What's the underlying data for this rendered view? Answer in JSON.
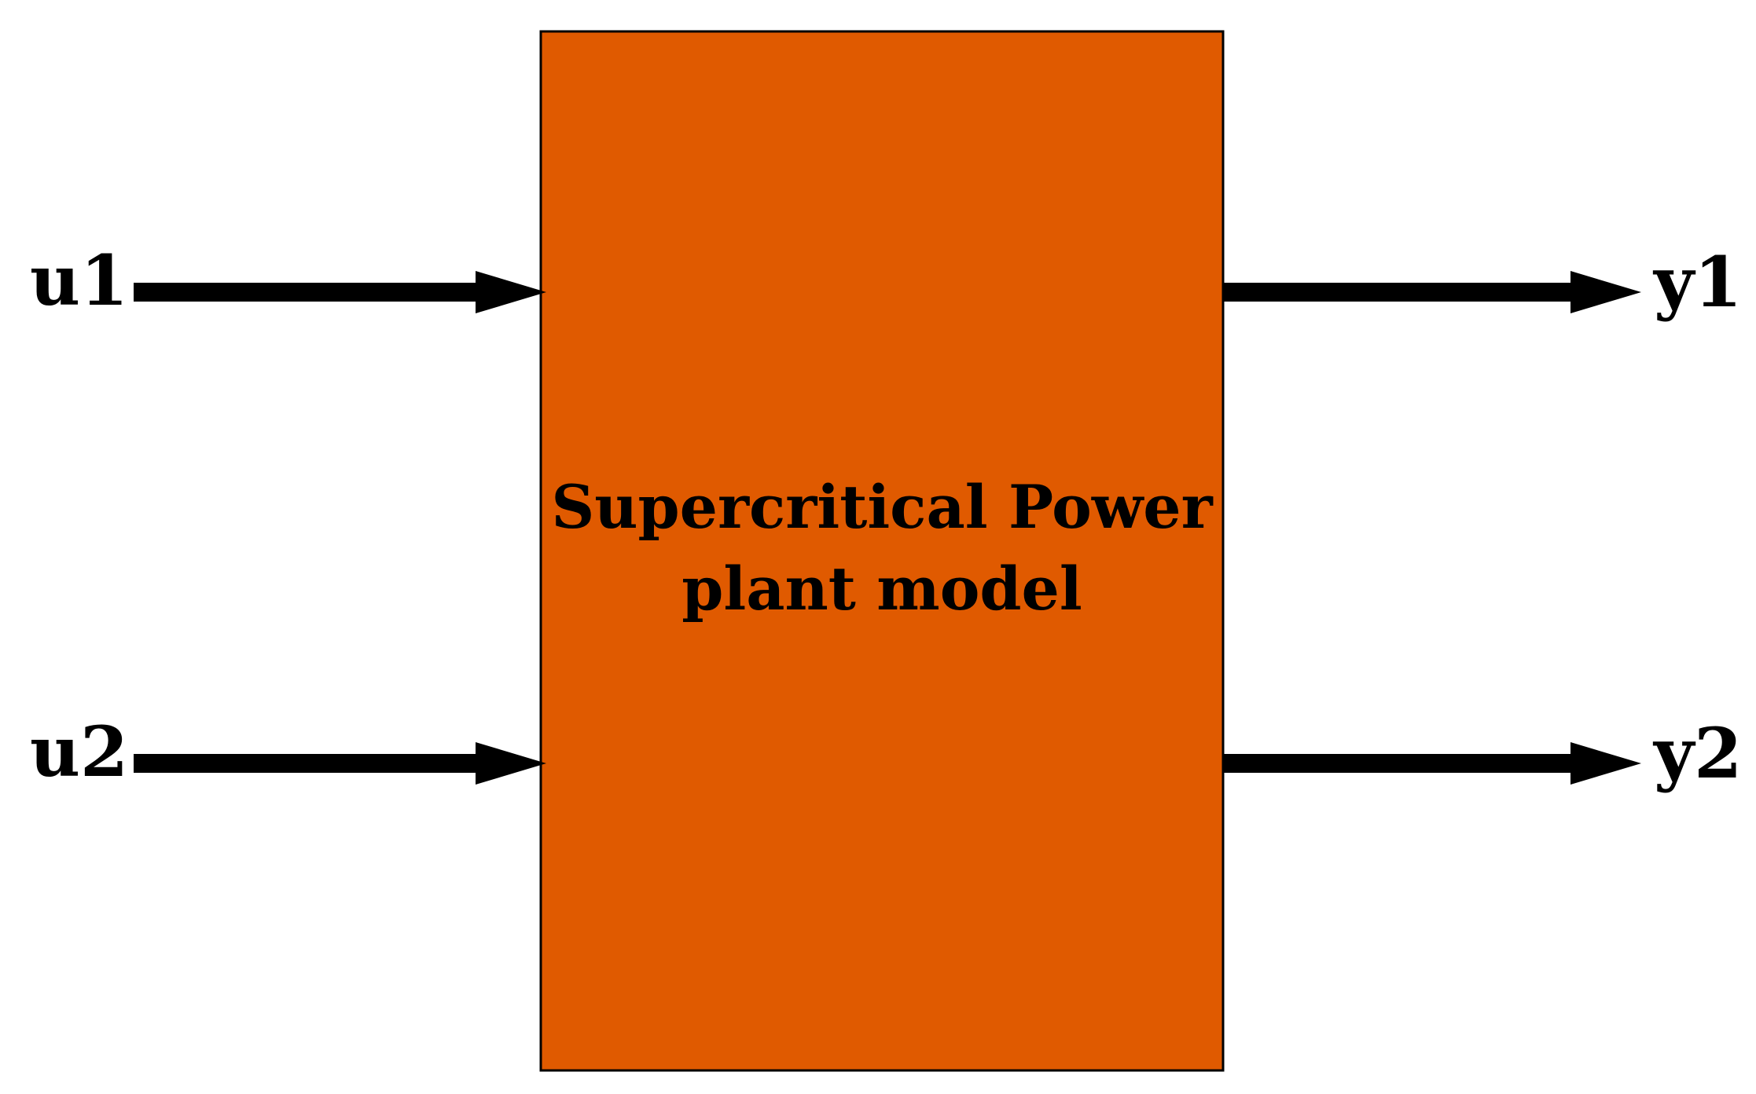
{
  "diagram": {
    "block": {
      "label_line1": "Supercritical Power",
      "label_line2": "plant model",
      "fill_color": "#E05A00",
      "border_color": "#000000"
    },
    "inputs": [
      {
        "label": "u1"
      },
      {
        "label": "u2"
      }
    ],
    "outputs": [
      {
        "label": "y1"
      },
      {
        "label": "y2"
      }
    ],
    "arrow_color": "#000000",
    "arrow_glow_color": "#BFD9F2"
  }
}
